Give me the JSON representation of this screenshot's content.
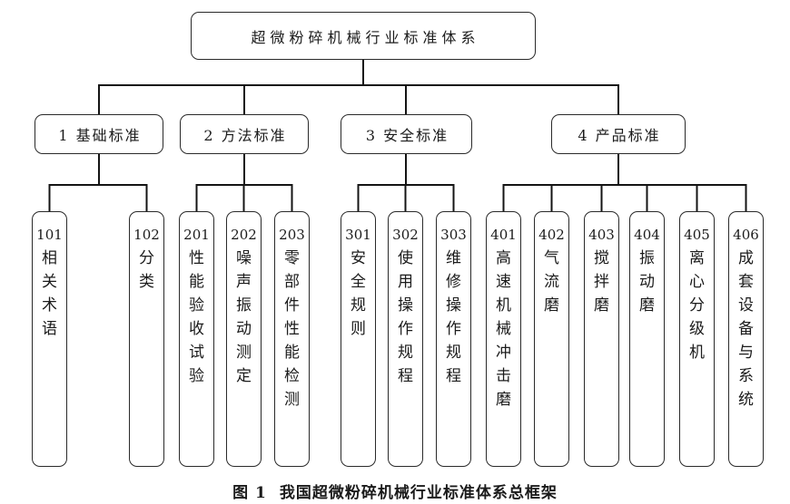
{
  "diagram": {
    "root": {
      "label": "超微粉碎机械行业标准体系"
    },
    "groups": [
      {
        "label": "1 基础标准"
      },
      {
        "label": "2 方法标准"
      },
      {
        "label": "3 安全标准"
      },
      {
        "label": "4 产品标准"
      }
    ],
    "leaves": [
      {
        "code": "101",
        "name": "相关术语"
      },
      {
        "code": "102",
        "name": "分类"
      },
      {
        "code": "201",
        "name": "性能验收试验"
      },
      {
        "code": "202",
        "name": "噪声振动测定"
      },
      {
        "code": "203",
        "name": "零部件性能检测"
      },
      {
        "code": "301",
        "name": "安全规则"
      },
      {
        "code": "302",
        "name": "使用操作规程"
      },
      {
        "code": "303",
        "name": "维修操作规程"
      },
      {
        "code": "401",
        "name": "高速机械冲击磨"
      },
      {
        "code": "402",
        "name": "气流磨"
      },
      {
        "code": "403",
        "name": "搅拌磨"
      },
      {
        "code": "404",
        "name": "振动磨"
      },
      {
        "code": "405",
        "name": "离心分级机"
      },
      {
        "code": "406",
        "name": "成套设备与系统"
      }
    ],
    "caption": {
      "figure_label": "图 1",
      "title": "我国超微粉碎机械行业标准体系总框架"
    },
    "line_color": "#141414"
  }
}
